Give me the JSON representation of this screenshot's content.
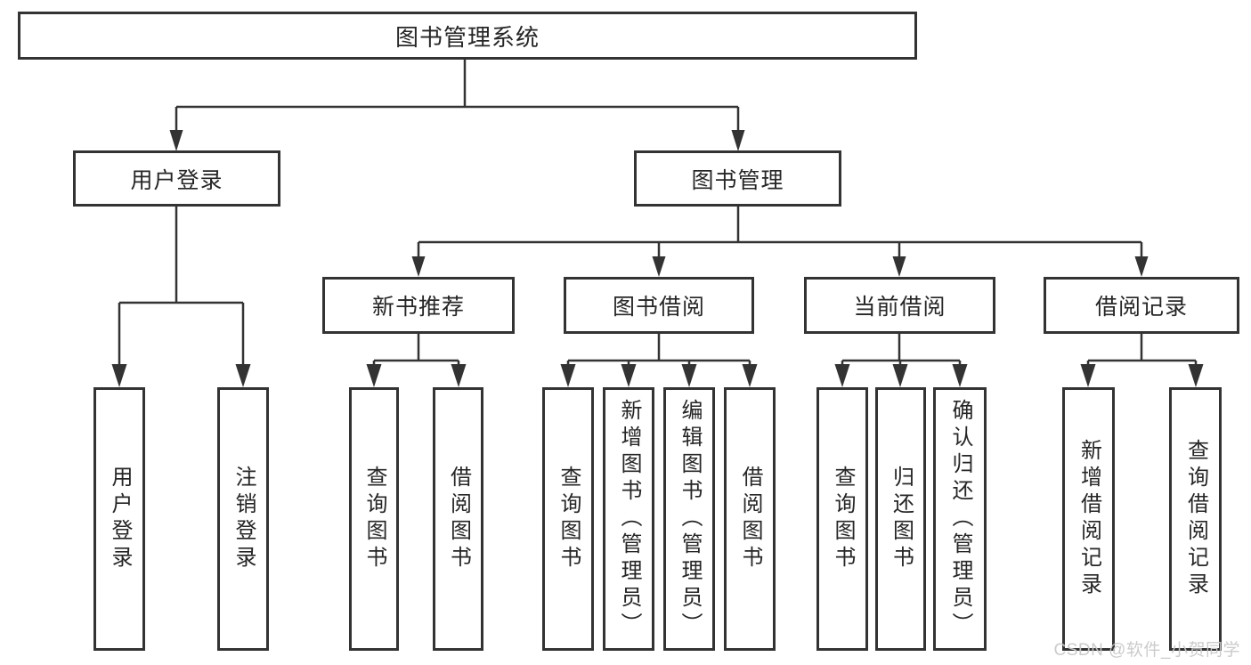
{
  "diagram": {
    "type": "hierarchy-tree",
    "orientation": "top-down"
  },
  "colors": {
    "background": "#ffffff",
    "line": "#333333",
    "box_border": "#333333",
    "box_fill": "#ffffff",
    "text": "#262626",
    "watermark_text": "#c9c9c9"
  },
  "tree": {
    "label": "图书管理系统",
    "children": [
      {
        "label": "用户登录",
        "children": [
          {
            "label": "用户登录"
          },
          {
            "label": "注销登录"
          }
        ]
      },
      {
        "label": "图书管理",
        "children": [
          {
            "label": "新书推荐",
            "children": [
              {
                "label": "查询图书"
              },
              {
                "label": "借阅图书"
              }
            ]
          },
          {
            "label": "图书借阅",
            "children": [
              {
                "label": "查询图书"
              },
              {
                "label": "新增图书（管理员）"
              },
              {
                "label": "编辑图书（管理员）"
              },
              {
                "label": "借阅图书"
              }
            ]
          },
          {
            "label": "当前借阅",
            "children": [
              {
                "label": "查询图书"
              },
              {
                "label": "归还图书"
              },
              {
                "label": "确认归还（管理员）"
              }
            ]
          },
          {
            "label": "借阅记录",
            "children": [
              {
                "label": "新增借阅记录"
              },
              {
                "label": "查询借阅记录"
              }
            ]
          }
        ]
      }
    ]
  },
  "watermark": "CSDN @软件_小贺同学"
}
